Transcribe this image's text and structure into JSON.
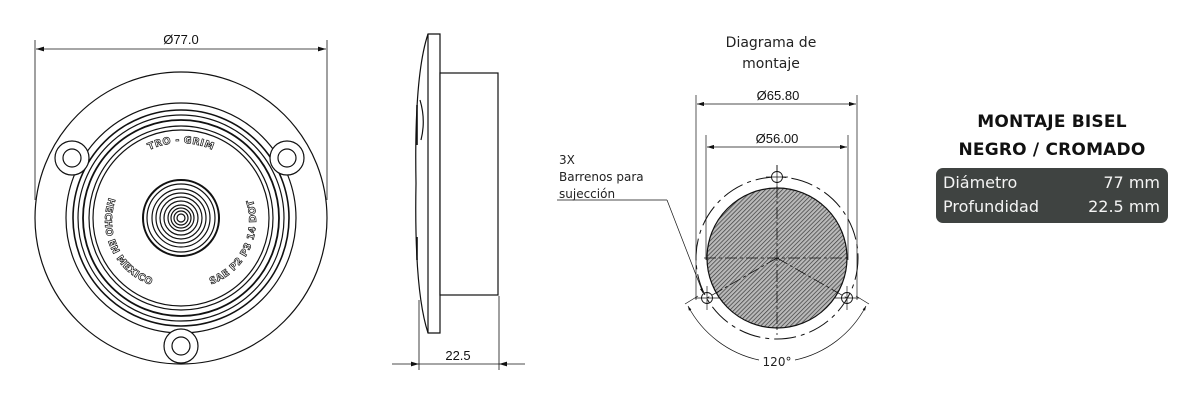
{
  "front_view": {
    "diameter_label": "Ø77.0",
    "engraving": {
      "top": "TRO - GRIM",
      "left": "HECHO EN MEXICO",
      "right": "SAE P2 P3 14 DOT"
    }
  },
  "side_view": {
    "depth_label": "22.5"
  },
  "mounting_diagram": {
    "title_line1": "Diagrama de",
    "title_line2": "montaje",
    "outer_diameter_label": "Ø65.80",
    "inner_diameter_label": "Ø56.00",
    "holes_callout_line1": "3X",
    "holes_callout_line2": "Barrenos para",
    "holes_callout_line3": "sujección",
    "angle_label": "120°"
  },
  "spec_panel": {
    "title_line1": "MONTAJE BISEL",
    "title_line2": "NEGRO / CROMADO",
    "rows": [
      {
        "label": "Diámetro",
        "value": "77 mm"
      },
      {
        "label": "Profundidad",
        "value": "22.5 mm"
      }
    ],
    "box_color": "#3f4341"
  }
}
